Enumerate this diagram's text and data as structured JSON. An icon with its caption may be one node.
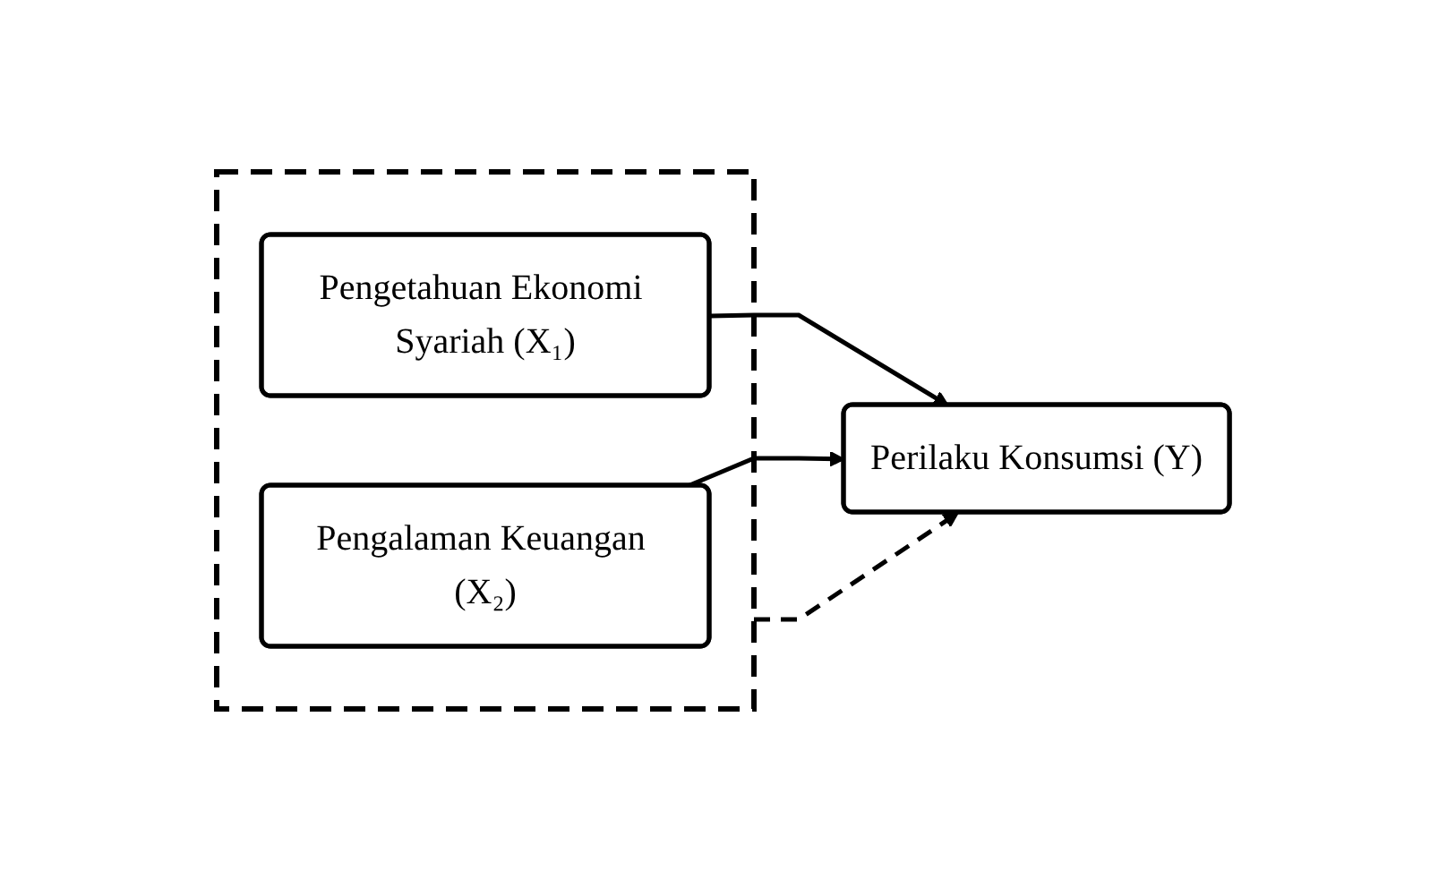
{
  "diagram": {
    "nodes": [
      {
        "text": [],
        "shape": "box"
      },
      {
        "text": [
          "Pengetahuan Ekonomi Syariah (X₁)"
        ],
        "in": 0
      },
      {
        "text": [
          "Pengalaman Keuangan (X₂)"
        ],
        "in": 0
      },
      {
        "text": [
          "Perilaku Konsumsi (Y)"
        ]
      }
    ],
    "edges": [
      {
        "from": 1,
        "to": 3,
        "arrow": "to"
      },
      {
        "from": 2,
        "to": 3,
        "arrow": "to"
      },
      {
        "from": 0,
        "to": 3,
        "arrow": "to",
        "style": "dashed"
      }
    ]
  }
}
